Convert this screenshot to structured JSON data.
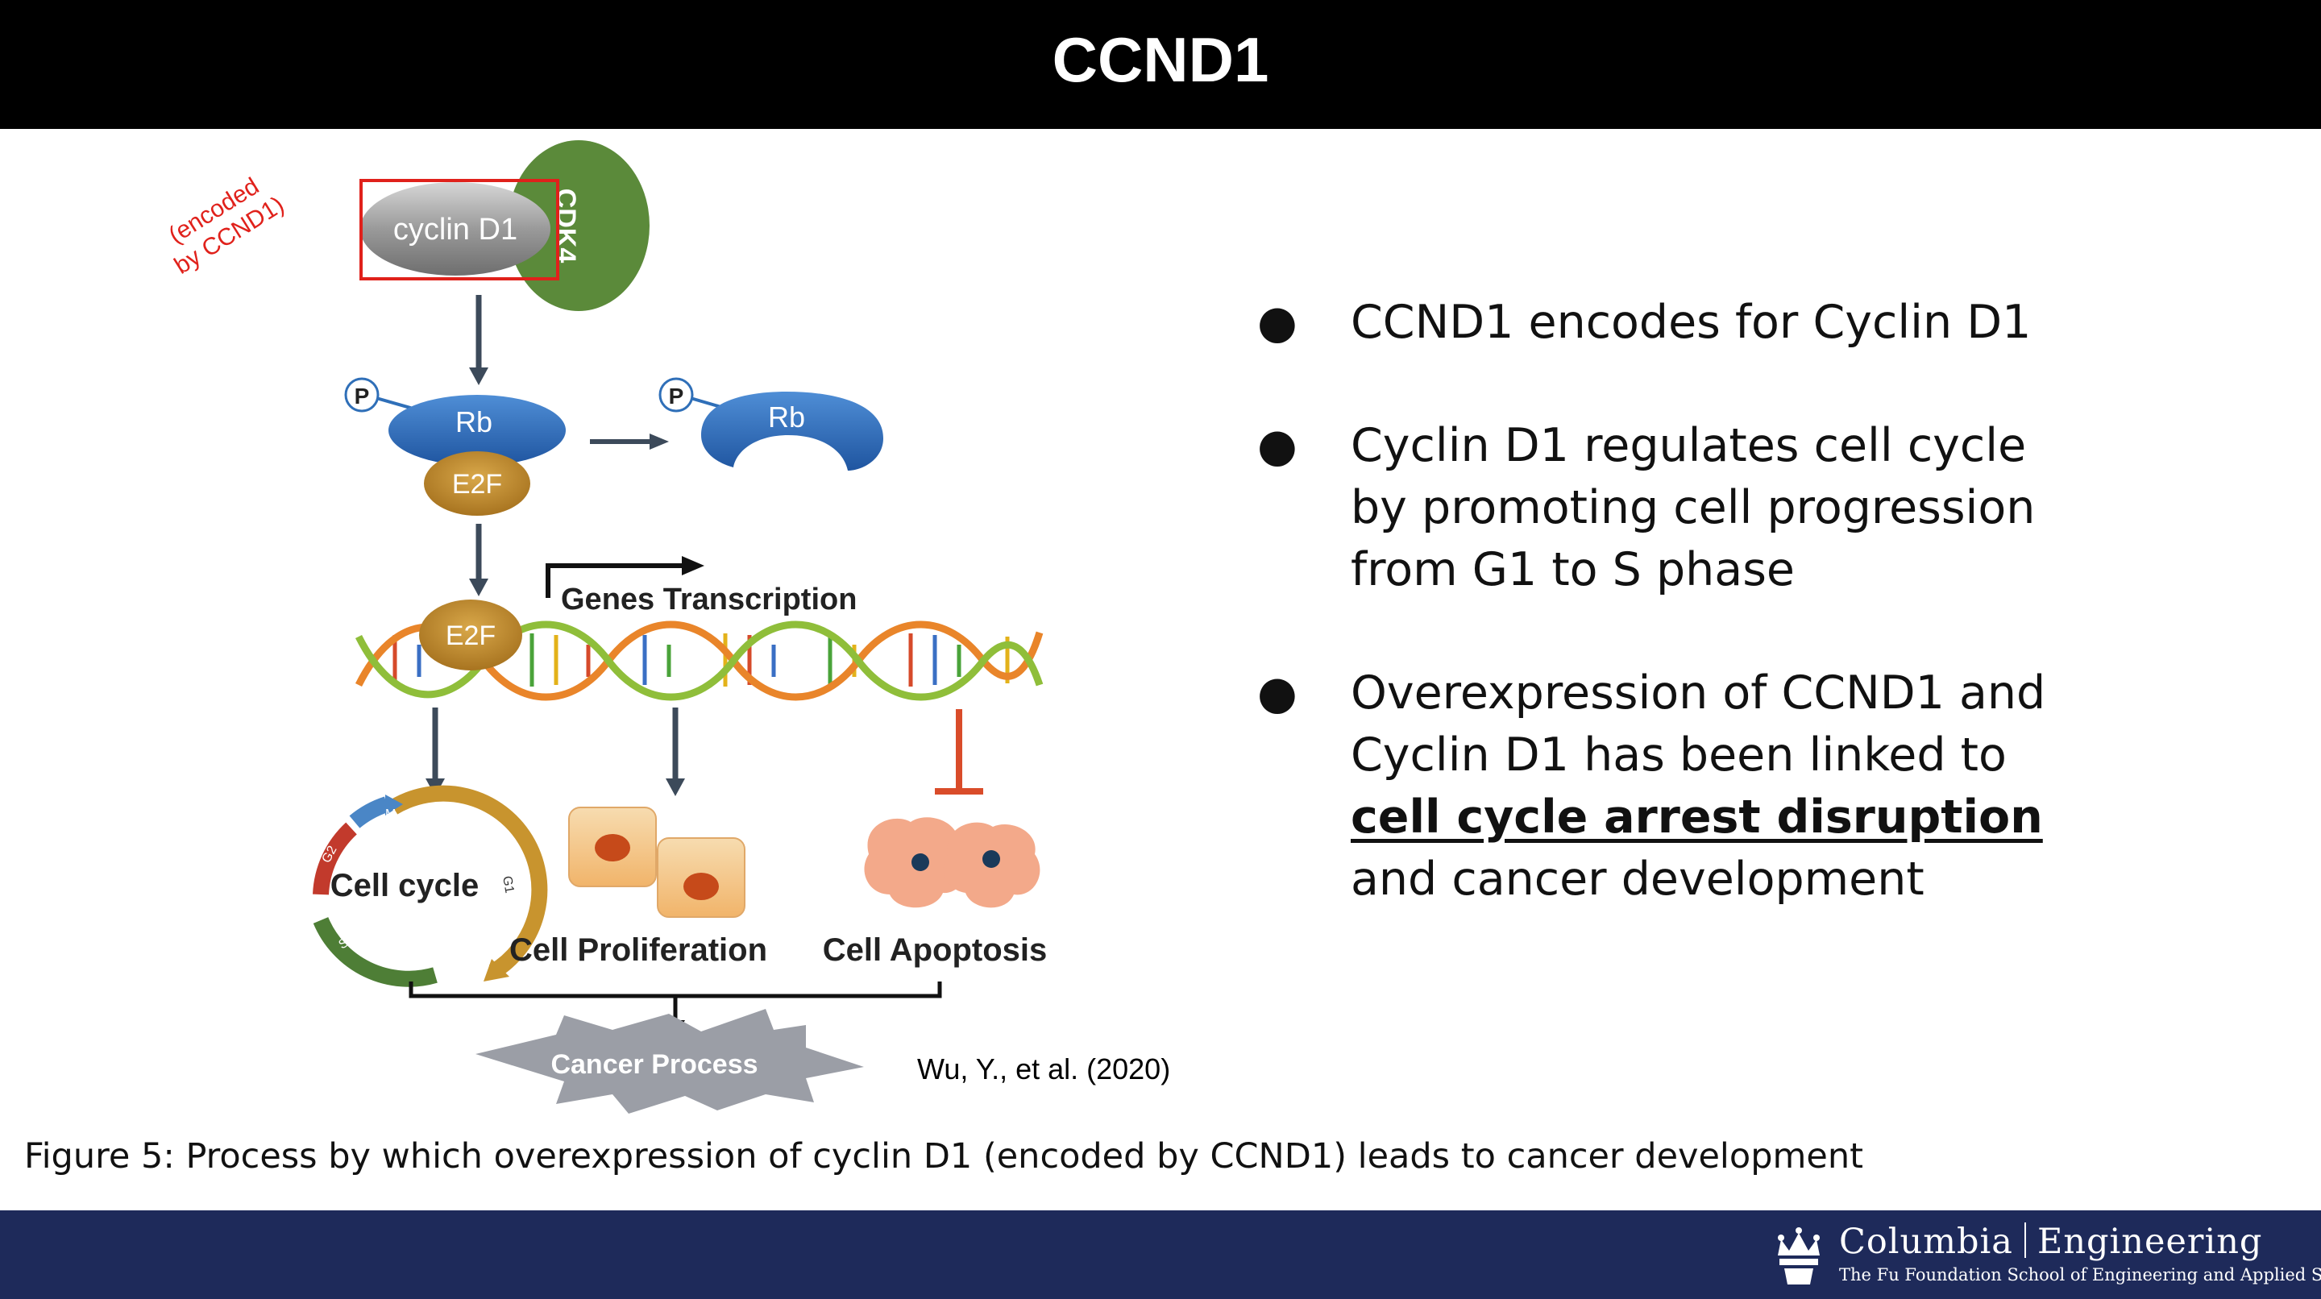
{
  "slide": {
    "title": "CCND1"
  },
  "figure": {
    "annotation_line1": "(encoded",
    "annotation_line2": "by CCND1)",
    "labels": {
      "cyclin": "cyclin D1",
      "cdk4": "CDK4",
      "p": "P",
      "rb": "Rb",
      "e2f": "E2F",
      "genes_transcription": "Genes Transcription",
      "cell_cycle": "Cell cycle",
      "phase_m": "M",
      "phase_g2": "G2",
      "phase_g1": "G1",
      "phase_s": "S",
      "cell_proliferation": "Cell Proliferation",
      "cell_apoptosis": "Cell Apoptosis",
      "cancer_process": "Cancer Process"
    },
    "citation": "Wu, Y., et al. (2020)",
    "caption": "Figure 5: Process by which overexpression of cyclin D1 (encoded by CCND1) leads to cancer development"
  },
  "bullets": [
    {
      "marker": "●",
      "text": "CCND1 encodes for Cyclin D1"
    },
    {
      "marker": "●",
      "line1": "Cyclin D1 regulates cell cycle",
      "line2": "by promoting cell progression",
      "line3": "from G1 to S phase"
    },
    {
      "marker": "●",
      "line1": "Overexpression of CCND1 and",
      "line2": "Cyclin D1 has been linked to",
      "emphasis": "cell cycle arrest disruption",
      "line4": "and cancer development"
    }
  ],
  "footer": {
    "logo_left": "Columbia",
    "logo_right": "Engineering",
    "logo_sub": "The Fu Foundation School of Engineering and Applied Science"
  },
  "colors": {
    "title_bar": "#000000",
    "footer": "#1e2a5a",
    "annotation_red": "#e0211b",
    "rb_blue": "#2f6fb8",
    "e2f_gold": "#c8922a",
    "cdk4_green": "#5b8a3a"
  }
}
